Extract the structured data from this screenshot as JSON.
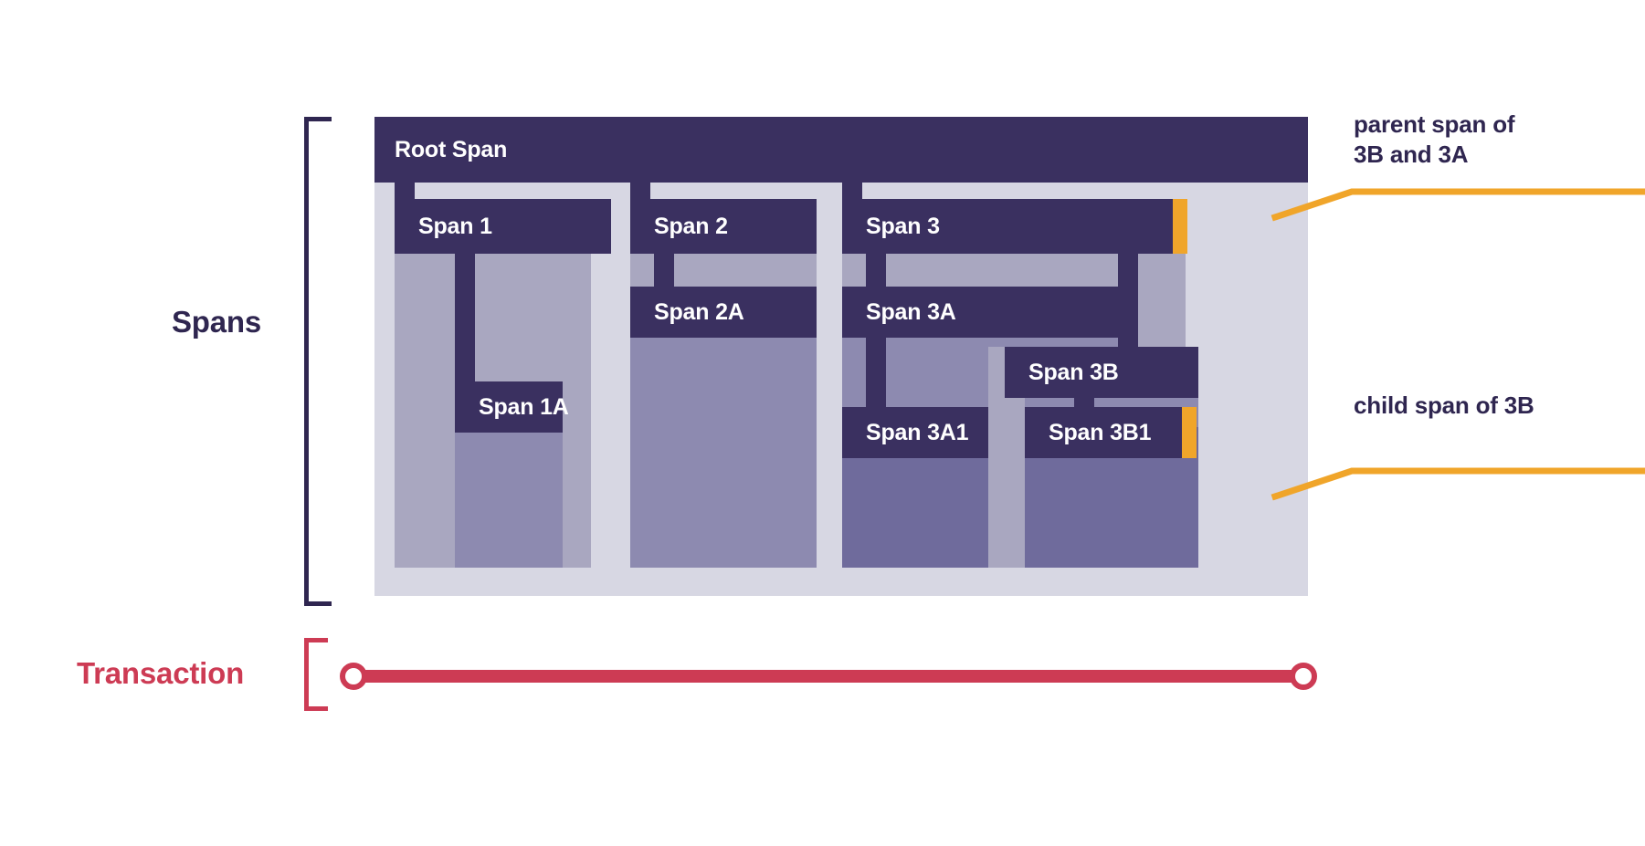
{
  "diagram": {
    "title": "Spans and Transaction tracing diagram",
    "sections": {
      "spans_label": "Spans",
      "transaction_label": "Transaction"
    },
    "colors": {
      "bar_dark": "#3a3060",
      "column_light": "#a9a7c0",
      "column_mid": "#8d8ab0",
      "column_dark": "#6f6b9c",
      "container_bg": "#d7d7e3",
      "marker_orange": "#f0a52a",
      "transaction_red": "#cd3b54",
      "text_purple": "#2f2650"
    },
    "spans": [
      {
        "id": "root",
        "label": "Root Span"
      },
      {
        "id": "span1",
        "label": "Span 1"
      },
      {
        "id": "span1a",
        "label": "Span 1A"
      },
      {
        "id": "span2",
        "label": "Span 2"
      },
      {
        "id": "span2a",
        "label": "Span 2A"
      },
      {
        "id": "span3",
        "label": "Span 3"
      },
      {
        "id": "span3a",
        "label": "Span 3A"
      },
      {
        "id": "span3a1",
        "label": "Span 3A1"
      },
      {
        "id": "span3b",
        "label": "Span 3B"
      },
      {
        "id": "span3b1",
        "label": "Span 3B1"
      }
    ],
    "callouts": [
      {
        "id": "callout-parent",
        "text": "parent span of\n3B and 3A",
        "target": "span3"
      },
      {
        "id": "callout-child",
        "text": "child span of 3B",
        "target": "span3b1"
      }
    ]
  }
}
